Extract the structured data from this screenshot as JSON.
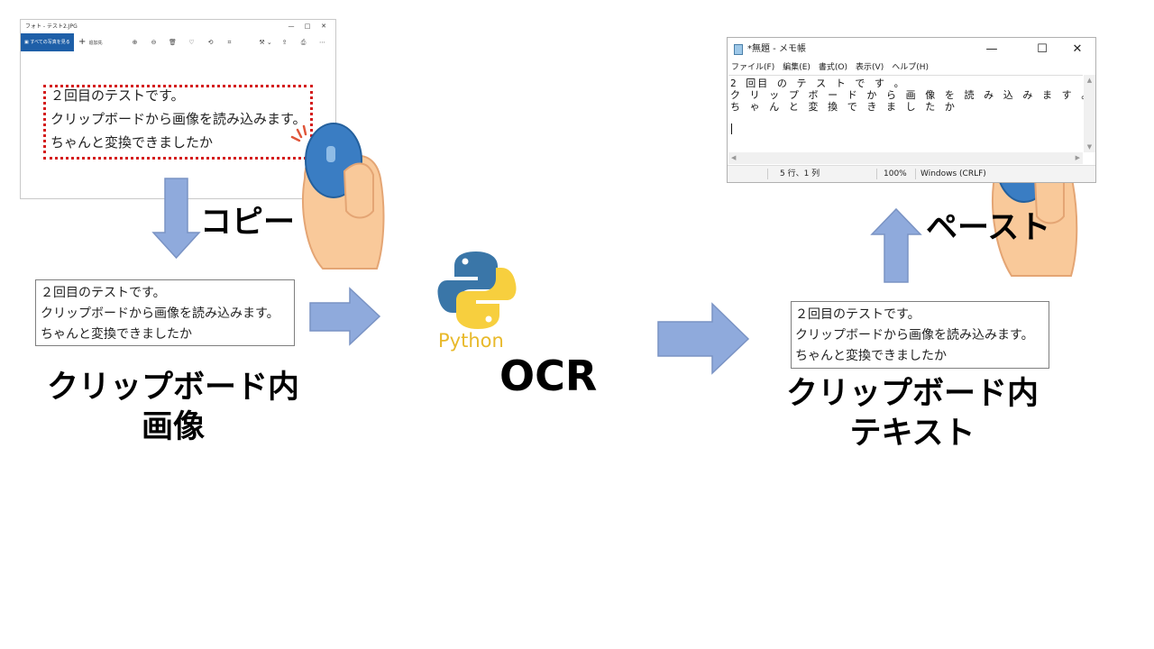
{
  "photos_window": {
    "title": "フォト - テスト2.JPG",
    "controls": [
      "—",
      "□",
      "✕"
    ],
    "all_photos_button": "すべての写真を見る",
    "add_button": "追加先",
    "toolbar_icons": [
      "⊕",
      "⊖",
      "🗑",
      "♡",
      "⟲",
      "⌗"
    ],
    "toolbar_right_icons": [
      "⚒ ⌄",
      "⇪",
      "⎙",
      "⋯"
    ],
    "lines": [
      "２回目のテストです。",
      "クリップボードから画像を読み込みます。",
      "ちゃんと変換できましたか"
    ]
  },
  "labels": {
    "copy": "コピー",
    "paste": "ペースト",
    "ocr": "OCR",
    "python": "Python",
    "clipboard_image": [
      "クリップボード内",
      "画像"
    ],
    "clipboard_text": [
      "クリップボード内",
      "テキスト"
    ]
  },
  "clipboard_image_box": {
    "lines": [
      "２回目のテストです。",
      "クリップボードから画像を読み込みます。",
      "ちゃんと変換できましたか"
    ]
  },
  "clipboard_text_box": {
    "lines": [
      "２回目のテストです。",
      "クリップボードから画像を読み込みます。",
      "ちゃんと変換できましたか"
    ]
  },
  "notepad": {
    "title": "*無題 - メモ帳",
    "menu": [
      "ファイル(F)",
      "編集(E)",
      "書式(O)",
      "表示(V)",
      "ヘルプ(H)"
    ],
    "controls": [
      "—",
      "☐",
      "✕"
    ],
    "lines": [
      "2 回目 の テ ス ト で す 。",
      "ク リ ッ プ ボ ー ド か ら 画 像 を 読 み 込 み ま す 。",
      "ち ゃ ん と 変 換 で き ま し た か"
    ],
    "status": {
      "position": "5 行、1 列",
      "zoom": "100%",
      "encoding": "Windows (CRLF)"
    }
  },
  "colors": {
    "arrow_fill": "#8faadc",
    "arrow_stroke": "#7a93c4",
    "selection_border": "#d41d1d",
    "photos_accent": "#1e5fa8",
    "python_blue": "#3a76a8",
    "python_yellow": "#f7cf3e"
  }
}
